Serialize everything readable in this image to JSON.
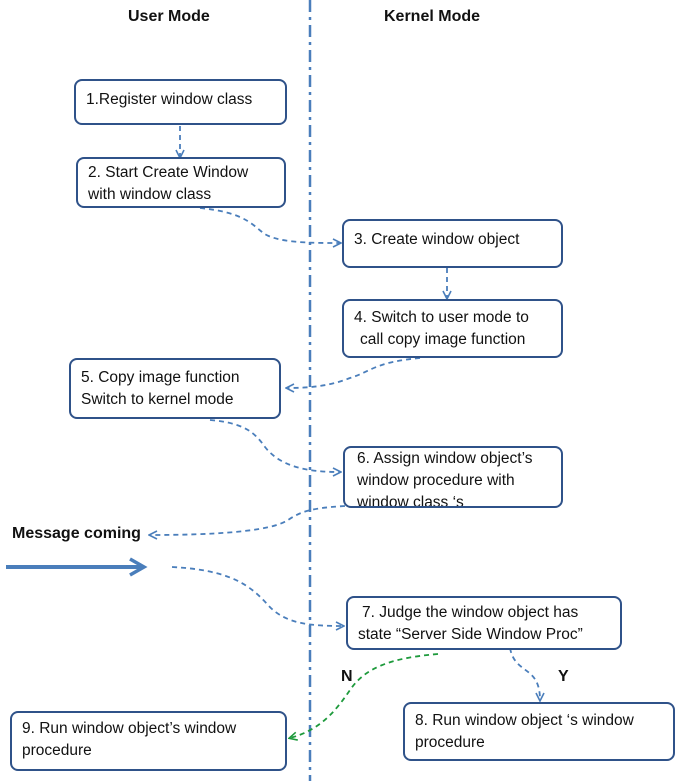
{
  "headers": {
    "user_mode": "User Mode",
    "kernel_mode": "Kernel Mode"
  },
  "steps": [
    {
      "lines": [
        "1.Register window class"
      ]
    },
    {
      "lines": [
        "2. Start Create Window",
        "with window class"
      ]
    },
    {
      "lines": [
        "3. Create window object"
      ]
    },
    {
      "lines": [
        "4. Switch to user mode to",
        "call copy image function"
      ]
    },
    {
      "lines": [
        "5. Copy image function",
        "Switch to kernel mode"
      ]
    },
    {
      "lines": [
        "6. Assign window object’s",
        "window procedure with",
        "window class ‘s"
      ]
    },
    {
      "lines": [
        "7. Judge the window object has",
        "state “Server Side Window Proc”"
      ]
    },
    {
      "lines": [
        "8. Run window object ‘s window",
        "procedure"
      ]
    },
    {
      "lines": [
        "9. Run window object’s window",
        "procedure"
      ]
    }
  ],
  "message_label": "Message coming",
  "branch_labels": {
    "no": "N",
    "yes": "Y"
  },
  "colors": {
    "box_border": "#2f5289",
    "arrow_blue": "#4a7ebb",
    "arrow_green": "#1e9a3c",
    "divider": "#4a7ebb",
    "big_arrow": "#4a7ebb"
  }
}
